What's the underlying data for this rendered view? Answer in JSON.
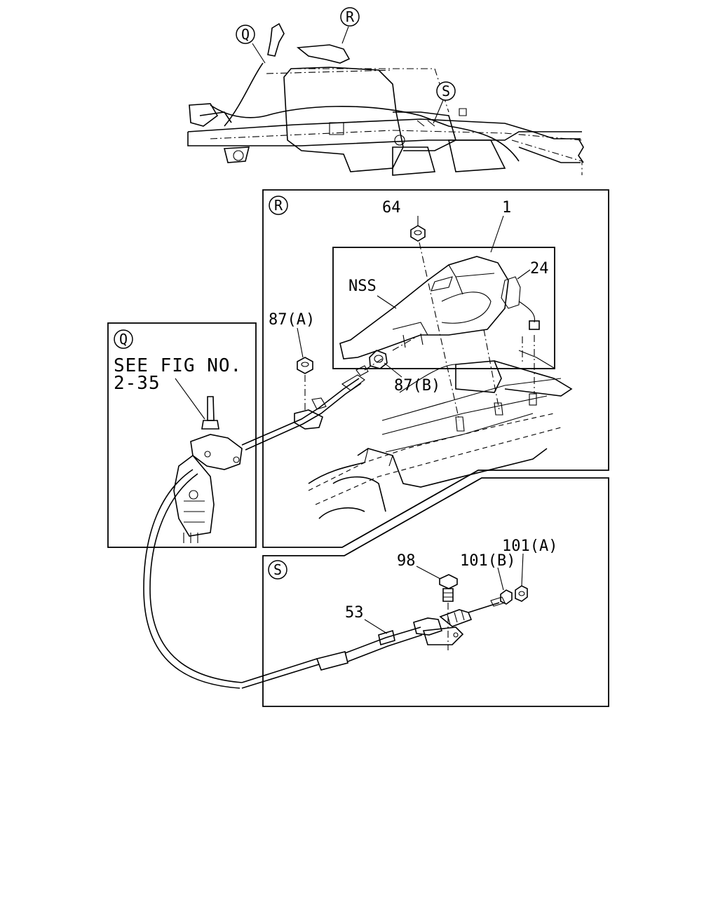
{
  "callouts": {
    "Q": "Q",
    "R": "R",
    "S": "S"
  },
  "panels": {
    "Q": {
      "badge": "Q",
      "note_line1": "SEE FIG NO.",
      "note_line2": "2-35"
    },
    "R": {
      "badge": "R",
      "labels": {
        "p64": "64",
        "p1": "1",
        "p24": "24",
        "nss": "NSS",
        "p87a": "87(A)",
        "p87b": "87(B)"
      }
    },
    "S": {
      "badge": "S",
      "labels": {
        "p98": "98",
        "p101b": "101(B)",
        "p101a": "101(A)",
        "p53": "53"
      }
    }
  }
}
